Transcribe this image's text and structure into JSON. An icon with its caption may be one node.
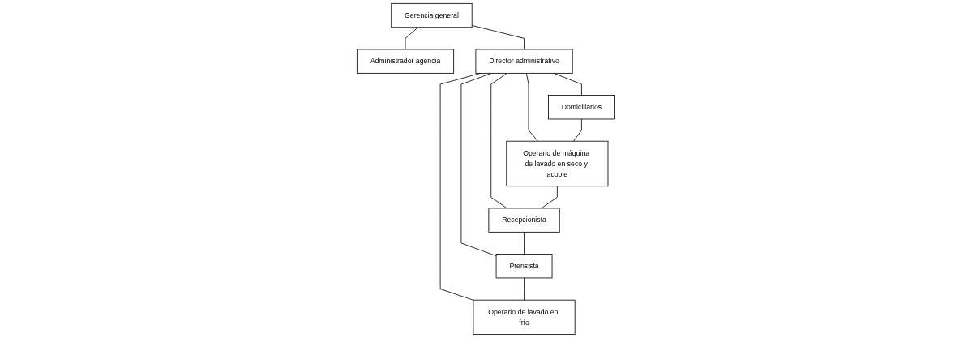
{
  "diagram": {
    "nodes": [
      {
        "text": [
          "Gerencia general"
        ]
      },
      {
        "text": [
          "Administrador agencia"
        ]
      },
      {
        "text": [
          "Director administrativo"
        ]
      },
      {
        "text": [
          "Domiciliarios"
        ]
      },
      {
        "text": [
          "Operario de máquina de lavado en seco y acople"
        ]
      },
      {
        "text": [
          "Recepcionista"
        ]
      },
      {
        "text": [
          "Prensista"
        ]
      },
      {
        "text": [
          "Operario de lavado en frío"
        ]
      }
    ],
    "edges": [
      {
        "from": 0,
        "to": 1,
        "arrow": "none"
      },
      {
        "from": 0,
        "to": 2,
        "arrow": "none"
      },
      {
        "from": 2,
        "to": 3,
        "arrow": "none"
      },
      {
        "from": 2,
        "to": 4,
        "arrow": "none"
      },
      {
        "from": 2,
        "to": 5,
        "arrow": "none"
      },
      {
        "from": 2,
        "to": 6,
        "arrow": "none"
      },
      {
        "from": 2,
        "to": 7,
        "arrow": "none"
      },
      {
        "from": 3,
        "to": 4,
        "arrow": "none"
      },
      {
        "from": 4,
        "to": 5,
        "arrow": "none"
      },
      {
        "from": 5,
        "to": 6,
        "arrow": "none"
      },
      {
        "from": 6,
        "to": 7,
        "arrow": "none"
      }
    ]
  }
}
